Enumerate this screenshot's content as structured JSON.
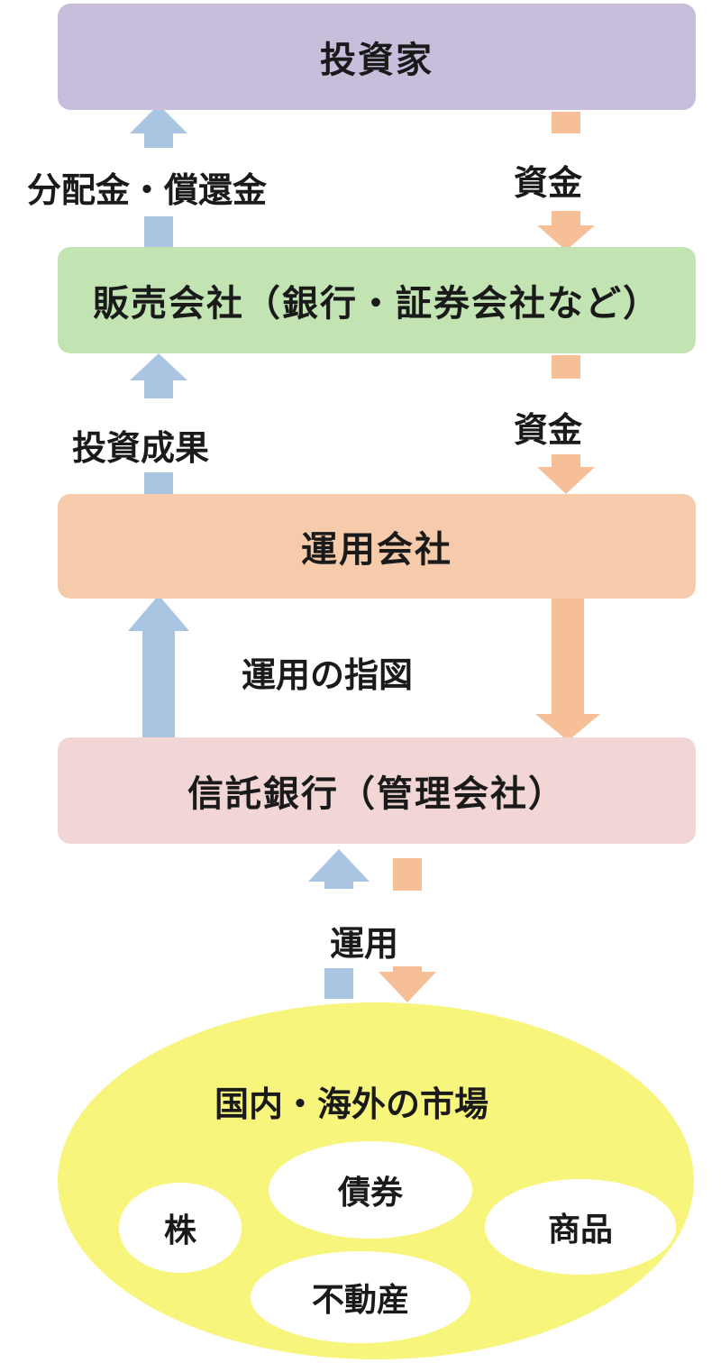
{
  "boxes": {
    "investor": "投資家",
    "sales_company": "販売会社（銀行・証券会社など）",
    "management_company": "運用会社",
    "trust_bank": "信託銀行（管理会社）"
  },
  "labels": {
    "distribution": "分配金・償還金",
    "funds_1": "資金",
    "investment_results": "投資成果",
    "funds_2": "資金",
    "operation_instruction": "運用の指図",
    "operation": "運用"
  },
  "market": {
    "title": "国内・海外の市場",
    "items": {
      "stock": "株",
      "bond": "債券",
      "commodity": "商品",
      "real_estate": "不動産"
    }
  },
  "colors": {
    "investor_box": "#c8bedc",
    "sales_box": "#c2e4b2",
    "management_box": "#f6cbab",
    "trust_box": "#f1d6d5",
    "market": "#f8f57d",
    "up_arrow": "#a9c5e2",
    "down_arrow": "#f6bf98"
  }
}
